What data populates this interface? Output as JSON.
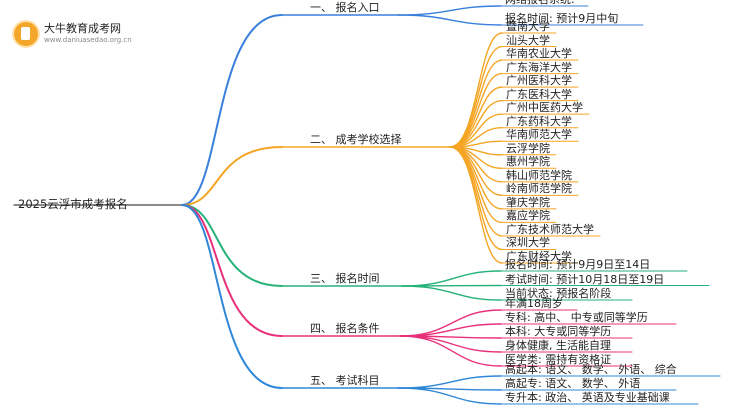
{
  "logo": {
    "title": "大牛教育成考网",
    "url": "www.daniuasedao.org.cn",
    "badge_color": "#f4a62a"
  },
  "root": {
    "label": "2025云浮市成考报名"
  },
  "branches": [
    {
      "label": "一、 报名入口",
      "color": "#3a7fdc",
      "leaves": [
        "网络报名系统:",
        "报名时间: 预计9月中旬"
      ]
    },
    {
      "label": "二、 成考学校选择",
      "color": "#f5a524",
      "leaves": [
        "暨南大学",
        "汕头大学",
        "华南农业大学",
        "广东海洋大学",
        "广州医科大学",
        "广东医科大学",
        "广州中医药大学",
        "广东药科大学",
        "华南师范大学",
        "云浮学院",
        "惠州学院",
        "韩山师范学院",
        "岭南师范学院",
        "肇庆学院",
        "嘉应学院",
        "广东技术师范大学",
        "深圳大学",
        "广东财经大学"
      ]
    },
    {
      "label": "三、 报名时间",
      "color": "#27b27a",
      "leaves": [
        "报名时间: 预计9月9日至14日",
        "考试时间: 预计10月18日至19日",
        "当前状态: 预报名阶段"
      ]
    },
    {
      "label": "四、 报名条件",
      "color": "#e8307a",
      "leaves": [
        "年满18周岁",
        "专科: 高中、 中专或同等学历",
        "本科: 大专或同等学历",
        "身体健康, 生活能自理",
        "医学类: 需持有资格证"
      ]
    },
    {
      "label": "五、 考试科目",
      "color": "#2f87d8",
      "leaves": [
        "高起本: 语文、 数学、 外语、 综合",
        "高起专: 语文、 数学、 外语",
        "专升本: 政治、 英语及专业基础课"
      ]
    }
  ]
}
